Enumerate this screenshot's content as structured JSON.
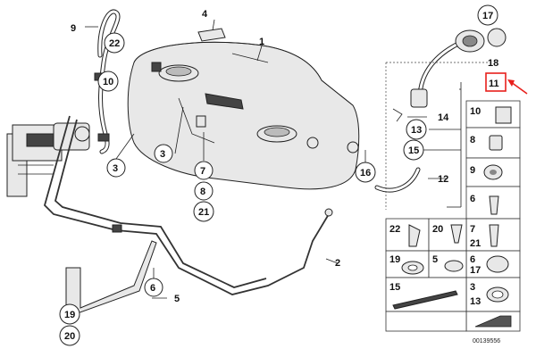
{
  "diagram": {
    "callouts": [
      {
        "id": "c1",
        "text": "1",
        "circled": false
      },
      {
        "id": "c2",
        "text": "2",
        "circled": false
      },
      {
        "id": "c3a",
        "text": "3",
        "circled": true
      },
      {
        "id": "c3b",
        "text": "3",
        "circled": true
      },
      {
        "id": "c4",
        "text": "4",
        "circled": false
      },
      {
        "id": "c5",
        "text": "5",
        "circled": false
      },
      {
        "id": "c6",
        "text": "6",
        "circled": true
      },
      {
        "id": "c7",
        "text": "7",
        "circled": true
      },
      {
        "id": "c8",
        "text": "8",
        "circled": true
      },
      {
        "id": "c9",
        "text": "9",
        "circled": false
      },
      {
        "id": "c10",
        "text": "10",
        "circled": true
      },
      {
        "id": "c11",
        "text": "11",
        "circled": false,
        "highlighted": true
      },
      {
        "id": "c12",
        "text": "12",
        "circled": false
      },
      {
        "id": "c13",
        "text": "13",
        "circled": true
      },
      {
        "id": "c14",
        "text": "14",
        "circled": false
      },
      {
        "id": "c15",
        "text": "15",
        "circled": true
      },
      {
        "id": "c16",
        "text": "16",
        "circled": true
      },
      {
        "id": "c17",
        "text": "17",
        "circled": true
      },
      {
        "id": "c18",
        "text": "18",
        "circled": false
      },
      {
        "id": "c19",
        "text": "19",
        "circled": true
      },
      {
        "id": "c20",
        "text": "20",
        "circled": true
      },
      {
        "id": "c21",
        "text": "21",
        "circled": true
      },
      {
        "id": "c22",
        "text": "22",
        "circled": true
      }
    ],
    "legend_cells": [
      {
        "id": "g10",
        "text": "10"
      },
      {
        "id": "g8",
        "text": "8"
      },
      {
        "id": "g9",
        "text": "9"
      },
      {
        "id": "g6",
        "text": "6"
      },
      {
        "id": "g22",
        "text": "22"
      },
      {
        "id": "g20",
        "text": "20"
      },
      {
        "id": "g7",
        "text": "7"
      },
      {
        "id": "g21",
        "text": "21"
      },
      {
        "id": "g19",
        "text": "19"
      },
      {
        "id": "g5",
        "text": "5"
      },
      {
        "id": "g6b",
        "text": "6"
      },
      {
        "id": "g17",
        "text": "17"
      },
      {
        "id": "g15",
        "text": "15"
      },
      {
        "id": "g3",
        "text": "3"
      },
      {
        "id": "g13",
        "text": "13"
      }
    ],
    "reference_number": "00139556",
    "highlight_color": "#e8201c",
    "line_color": "#222222"
  }
}
